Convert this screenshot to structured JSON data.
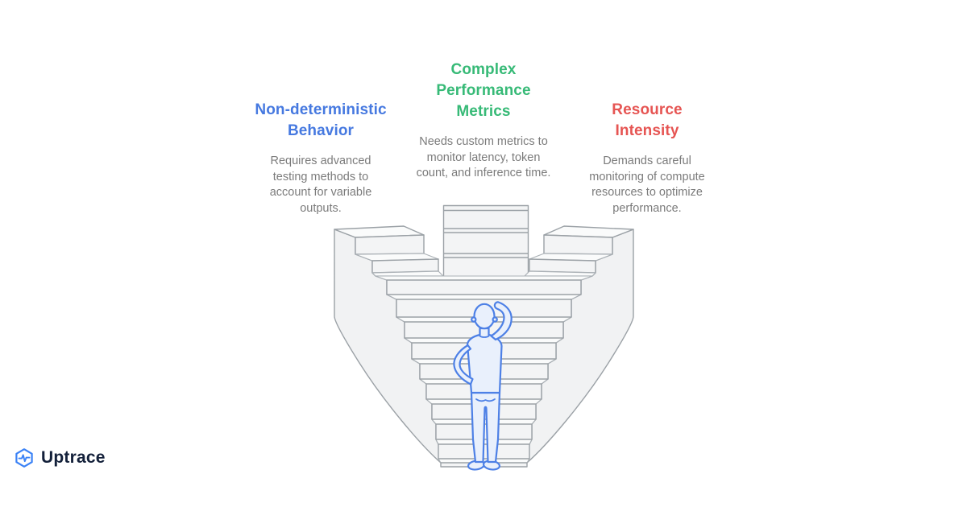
{
  "columns": [
    {
      "heading": "Non-deterministic Behavior",
      "heading_lines": [
        "Non-deterministic",
        "Behavior"
      ],
      "color": "#4679e0",
      "body": "Requires advanced testing methods to account for variable outputs."
    },
    {
      "heading": "Complex Performance Metrics",
      "heading_lines": [
        "Complex",
        "Performance",
        "Metrics"
      ],
      "color": "#37ba77",
      "body": "Needs custom metrics to monitor latency, token count, and inference time."
    },
    {
      "heading": "Resource Intensity",
      "heading_lines": [
        "Resource",
        "Intensity"
      ],
      "color": "#e65553",
      "body": "Demands careful monitoring of compute resources to optimize performance."
    }
  ],
  "illustration": {
    "name": "person-looking-up-at-giant-staircase",
    "stair_fill": "#f3f4f5",
    "stair_tread_fill": "#fafbfb",
    "stair_stroke": "#9ba1a6",
    "person_stroke": "#4d80e6",
    "person_fill": "#e9f0fc"
  },
  "logo": {
    "text": "Uptrace",
    "icon": "hexagon-pulse-icon",
    "icon_color": "#3b82f6",
    "text_color": "#13203a"
  }
}
